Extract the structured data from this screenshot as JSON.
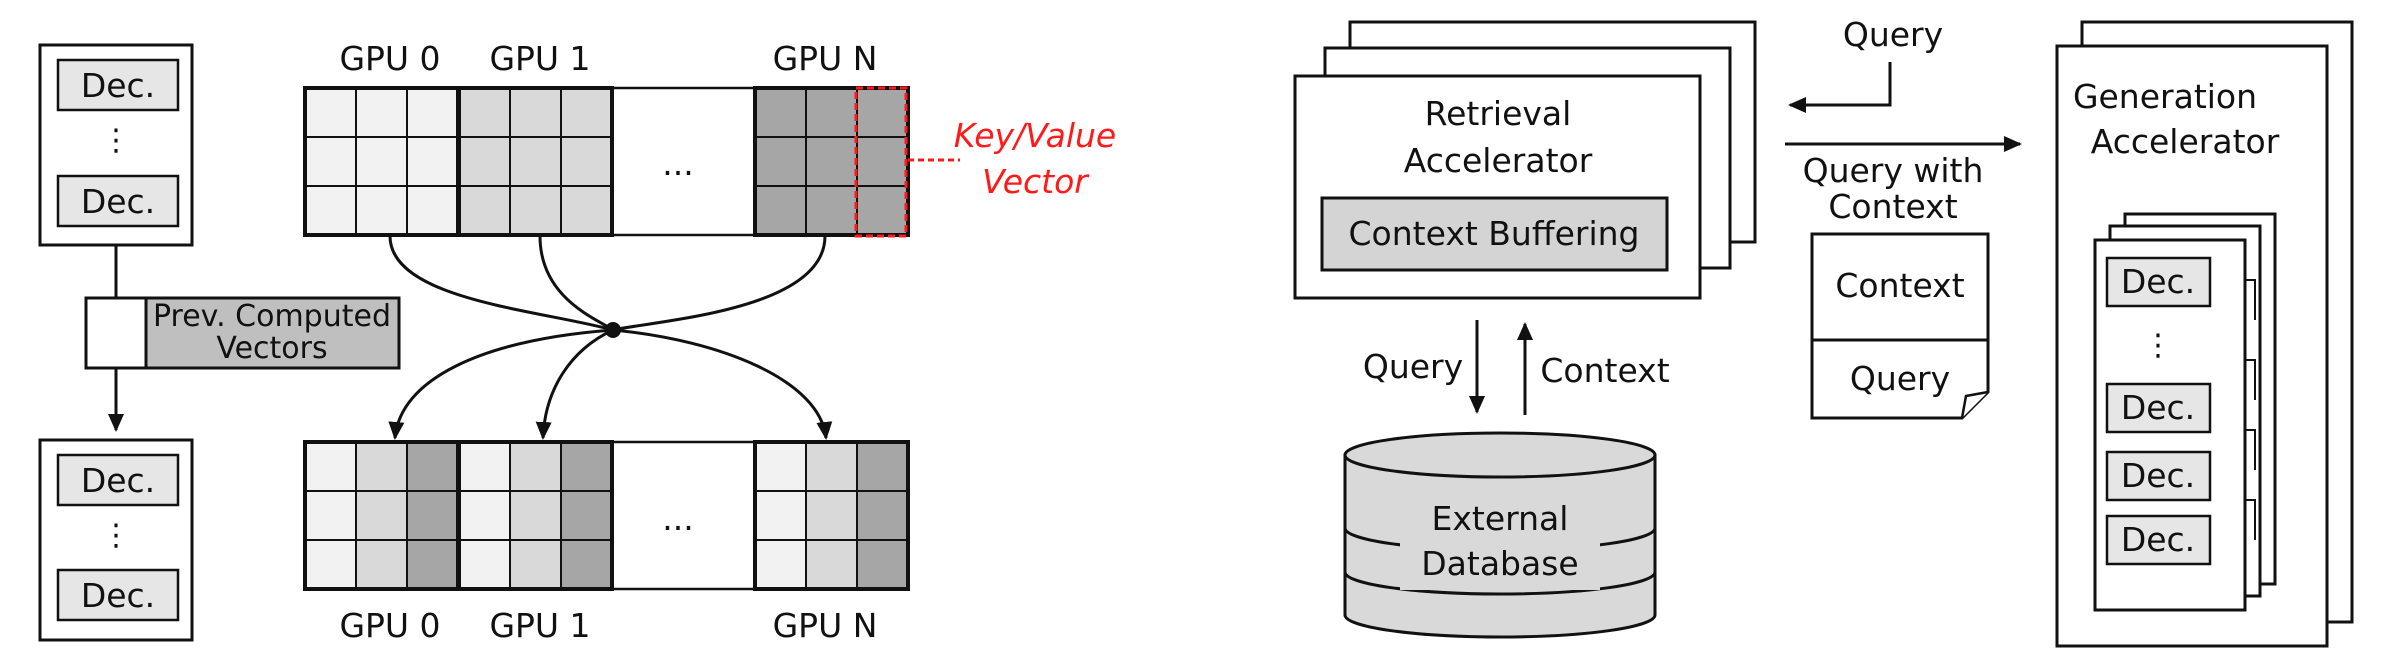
{
  "left": {
    "decoder_label": "Dec.",
    "vdots": "⋮",
    "prev_computed": "Prev. Computed Vectors",
    "gpu_top": [
      "GPU 0",
      "GPU 1",
      "GPU N"
    ],
    "gpu_bottom": [
      "GPU 0",
      "GPU 1",
      "GPU N"
    ],
    "ellipsis": "...",
    "kv_label_1": "Key/Value",
    "kv_label_2": "Vector"
  },
  "right": {
    "retrieval_1": "Retrieval",
    "retrieval_2": "Accelerator",
    "context_buffering": "Context Buffering",
    "query_top": "Query",
    "query_with_1": "Query with",
    "query_with_2": "Context",
    "doc_context": "Context",
    "doc_query": "Query",
    "arrow_query": "Query",
    "arrow_context": "Context",
    "db_1": "External",
    "db_2": "Database",
    "generation_1": "Generation",
    "generation_2": "Accelerator",
    "decoder_label": "Dec."
  },
  "colors": {
    "red": "#ff1a1a",
    "light": "#f2f2f2",
    "mid": "#d9d9d9",
    "dark": "#a6a6a6",
    "gray_box": "#c8c8c8",
    "db_fill": "#d9d9d9"
  }
}
